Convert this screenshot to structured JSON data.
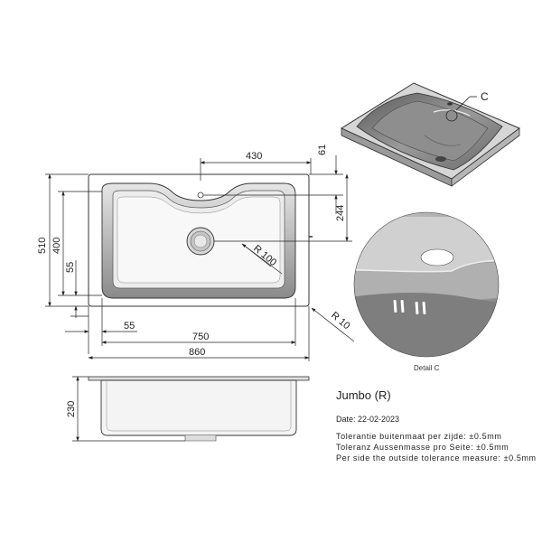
{
  "product": {
    "name": "Jumbo (R)",
    "date": "Date: 22-02-2023"
  },
  "tolerances": [
    "Tolerantie buitenmaat per zijde: ±0.5mm",
    "Toleranz Aussenmasse pro Seite: ±0.5mm",
    "Per side the outside tolerance measure: ±0.5mm"
  ],
  "detail": {
    "callout": "C",
    "label": "Detail C"
  },
  "dimensions": {
    "tap_offset": "430",
    "top_margin": "61",
    "drain_to_top": "244",
    "total_height": "510",
    "bowl_height": "400",
    "bottom_margin": "55",
    "left_margin": "55",
    "bowl_width": "750",
    "total_width": "860",
    "inner_radius": "R 100",
    "outer_radius": "R 10",
    "depth": "230"
  }
}
